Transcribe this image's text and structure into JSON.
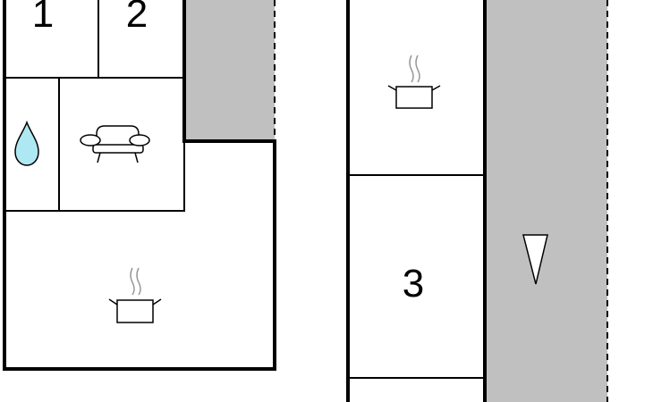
{
  "rooms": {
    "bedroom_1": {
      "label": "1"
    },
    "bedroom_2": {
      "label": "2"
    },
    "bedroom_3": {
      "label": "3"
    },
    "bathroom": {
      "icon": "water-drop-icon"
    },
    "living_room": {
      "icon": "sofa-icon"
    },
    "kitchen_left": {
      "icon": "cooking-pot-icon"
    },
    "kitchen_right": {
      "icon": "cooking-pot-icon"
    }
  },
  "outdoor": {
    "terrace_left": {
      "fill": "#c0c0c0"
    },
    "terrace_right": {
      "fill": "#c0c0c0"
    }
  },
  "north_marker": {
    "icon": "north-arrow-icon"
  },
  "colors": {
    "wall": "#000000",
    "outdoor_area": "#c0c0c0",
    "water": "#aee8f2",
    "steam": "#999999",
    "room_fill": "#ffffff"
  }
}
